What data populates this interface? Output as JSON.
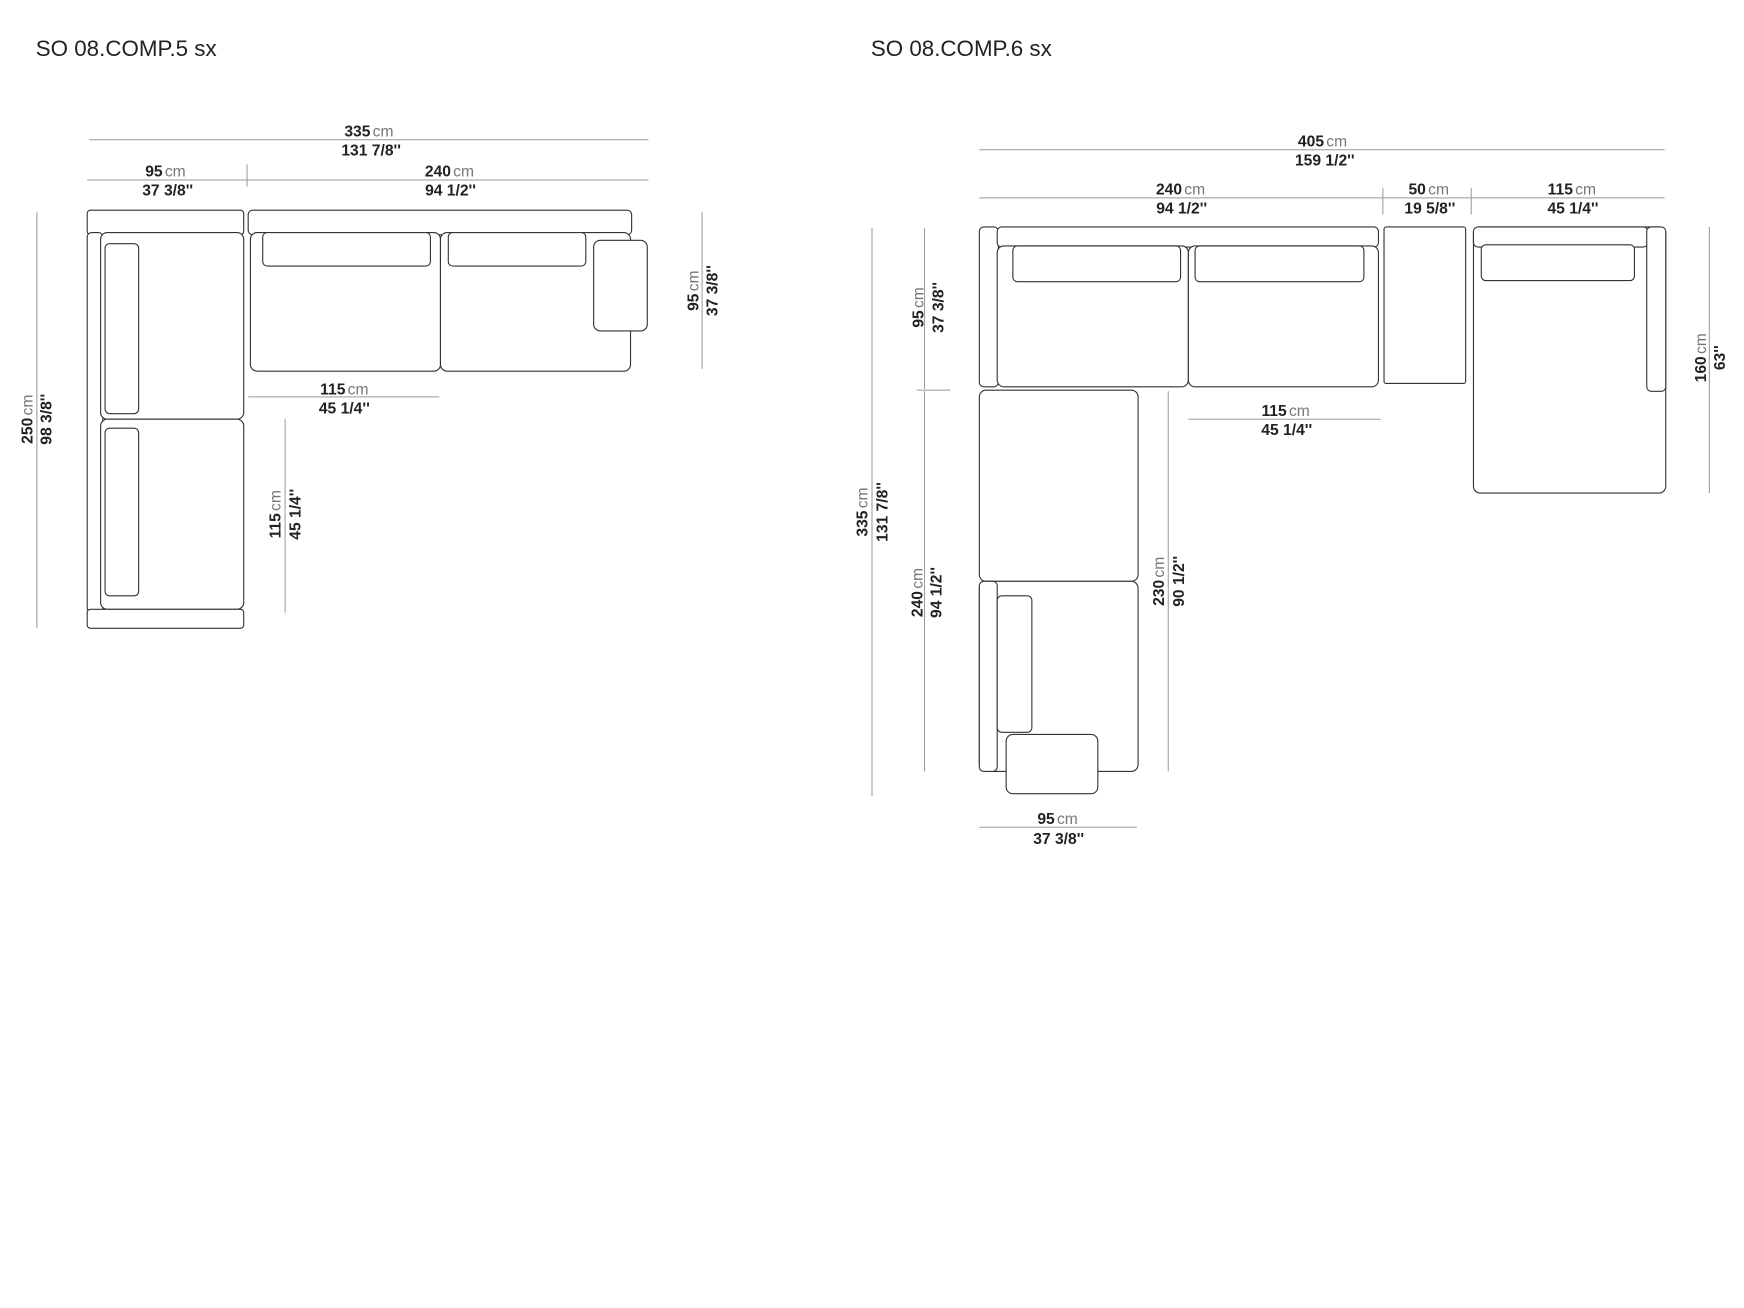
{
  "left": {
    "title": "SO 08.COMP.5 sx",
    "unit": "cm",
    "dims": {
      "total_width": {
        "cm": "335",
        "in": "131 7/8''"
      },
      "left_width": {
        "cm": "95",
        "in": "37 3/8''"
      },
      "top_width": {
        "cm": "240",
        "in": "94 1/2''"
      },
      "top_depth": {
        "cm": "95",
        "in": "37 3/8''"
      },
      "total_depth": {
        "cm": "250",
        "in": "98 3/8''"
      },
      "inner_h": {
        "cm": "115",
        "in": "45 1/4''"
      },
      "inner_v": {
        "cm": "115",
        "in": "45 1/4''"
      }
    }
  },
  "right": {
    "title": "SO 08.COMP.6 sx",
    "unit": "cm",
    "dims": {
      "total_width": {
        "cm": "405",
        "in": "159 1/2''"
      },
      "sofa_width": {
        "cm": "240",
        "in": "94 1/2''"
      },
      "table_width": {
        "cm": "50",
        "in": "19 5/8''"
      },
      "chaise_width": {
        "cm": "115",
        "in": "45 1/4''"
      },
      "chaise_depth": {
        "cm": "160",
        "in": "63''"
      },
      "top_depth": {
        "cm": "95",
        "in": "37 3/8''"
      },
      "total_depth": {
        "cm": "335",
        "in": "131 7/8''"
      },
      "left_depth": {
        "cm": "240",
        "in": "94 1/2''"
      },
      "inner_v": {
        "cm": "230",
        "in": "90 1/2''"
      },
      "inner_h": {
        "cm": "115",
        "in": "45 1/4''"
      },
      "bottom_width": {
        "cm": "95",
        "in": "37 3/8''"
      }
    }
  }
}
